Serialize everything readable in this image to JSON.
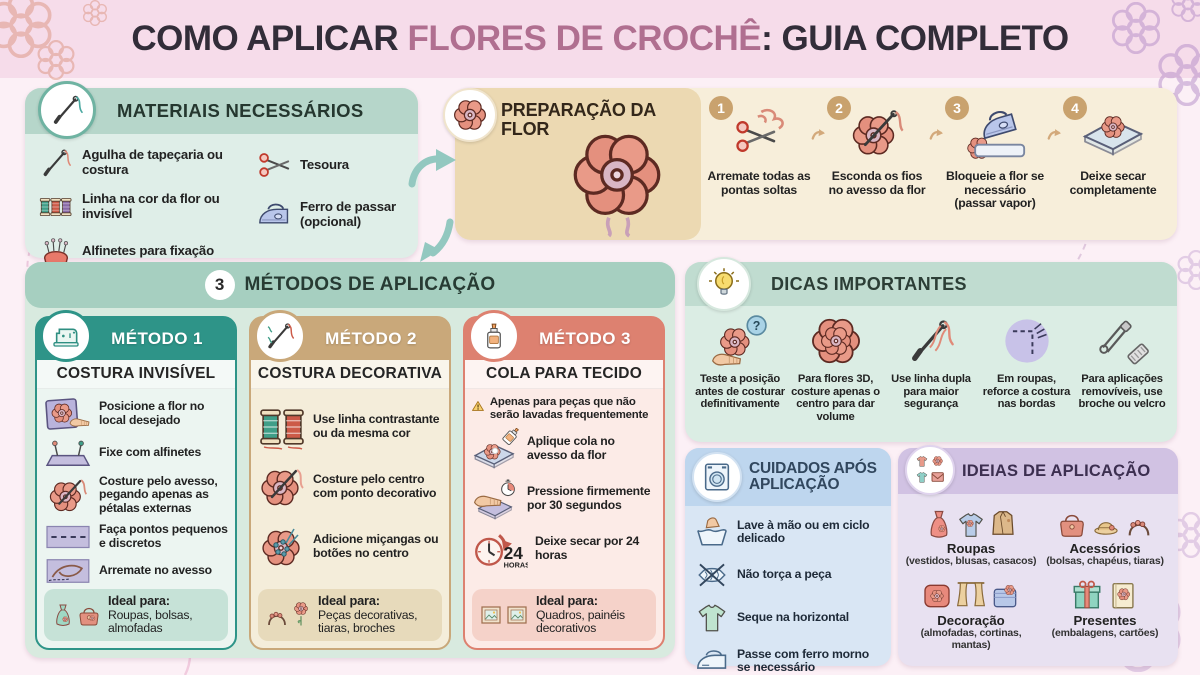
{
  "palette": {
    "page_pink": "#f6dcea",
    "title_highlight": "#b06f90",
    "teal": "#2e9488",
    "tan": "#c9a87a",
    "salmon": "#dd8170",
    "care_blue": "#bed6ee",
    "ideas_purple": "#d1c2e3",
    "band_green": "#a6cfc0"
  },
  "title": {
    "part1": "COMO APLICAR ",
    "highlight": "FLORES DE CROCHÊ",
    "part2": ": GUIA COMPLETO"
  },
  "materials": {
    "title": "MATERIAIS NECESSÁRIOS",
    "items": [
      {
        "icon": "tapestry-needle-icon",
        "label": "Agulha de tapeçaria ou costura"
      },
      {
        "icon": "thread-spools-icon",
        "label": "Linha na cor da flor ou invisível"
      },
      {
        "icon": "pincushion-icon",
        "label": "Alfinetes para fixação"
      },
      {
        "icon": "scissors-icon",
        "label": "Tesoura"
      },
      {
        "icon": "iron-icon",
        "label": "Ferro de passar (opcional)"
      }
    ]
  },
  "preparation": {
    "title": "PREPARAÇÃO DA FLOR",
    "steps": [
      {
        "num": "1",
        "icon": "trim-ends-icon",
        "label": "Arremate todas as pontas soltas"
      },
      {
        "num": "2",
        "icon": "hide-threads-icon",
        "label": "Esconda os fios no avesso da flor"
      },
      {
        "num": "3",
        "icon": "steam-block-icon",
        "label": "Bloqueie a flor se necessário (passar vapor)"
      },
      {
        "num": "4",
        "icon": "dry-flat-icon",
        "label": "Deixe secar completamente"
      }
    ]
  },
  "methods": {
    "count": "3",
    "title": "MÉTODOS DE APLICAÇÃO",
    "cards": [
      {
        "title": "MÉTODO 1",
        "subtitle": "COSTURA INVISÍVEL",
        "icon": "sewing-machine-icon",
        "steps": [
          {
            "icon": "position-flower-icon",
            "label": "Posicione a flor no local desejado"
          },
          {
            "icon": "pins-icon",
            "label": "Fixe com alfinetes"
          },
          {
            "icon": "sew-back-icon",
            "label": "Costure pelo avesso, pegando apenas as pétalas externas"
          },
          {
            "icon": "small-stitches-icon",
            "label": "Faça pontos pequenos e discretos"
          },
          {
            "icon": "finish-back-icon",
            "label": "Arremate no avesso"
          }
        ],
        "ideal": {
          "label": "Ideal para:",
          "text": "Roupas, bolsas, almofadas"
        }
      },
      {
        "title": "MÉTODO 2",
        "subtitle": "COSTURA DECORATIVA",
        "icon": "needle-thread-icon",
        "steps": [
          {
            "icon": "contrast-thread-icon",
            "label": "Use linha contrastante ou da mesma cor"
          },
          {
            "icon": "center-stitch-icon",
            "label": "Costure pelo centro com ponto decorativo"
          },
          {
            "icon": "beads-icon",
            "label": "Adicione miçangas ou botões no centro"
          }
        ],
        "ideal": {
          "label": "Ideal para:",
          "text": "Peças decorativas, tiaras, broches"
        }
      },
      {
        "title": "MÉTODO 3",
        "subtitle": "COLA PARA TECIDO",
        "icon": "glue-bottle-icon",
        "warning": "Apenas para peças que não serão lavadas frequentemente",
        "steps": [
          {
            "icon": "apply-glue-icon",
            "label": "Aplique cola no avesso da flor"
          },
          {
            "icon": "press-timer-icon",
            "label": "Pressione firmemente por 30 segundos"
          },
          {
            "icon": "dry-24h-icon",
            "label": "Deixe secar por 24 horas"
          }
        ],
        "clock": {
          "value": "24",
          "unit": "HORAS"
        },
        "ideal": {
          "label": "Ideal para:",
          "text": "Quadros, painéis decorativos"
        }
      }
    ]
  },
  "tips": {
    "title": "DICAS IMPORTANTES",
    "qmark": "?",
    "items": [
      {
        "icon": "test-position-icon",
        "label": "Teste a posição antes de costurar definitivamente"
      },
      {
        "icon": "flower-3d-icon",
        "label": "Para flores 3D, costure apenas o centro para dar volume"
      },
      {
        "icon": "double-thread-icon",
        "label": "Use linha dupla para maior segurança"
      },
      {
        "icon": "edge-reinforce-icon",
        "label": "Em roupas, reforce a costura nas bordas"
      },
      {
        "icon": "removable-pin-icon",
        "label": "Para aplicações removíveis, use broche ou velcro"
      }
    ]
  },
  "care": {
    "title": "CUIDADOS APÓS APLICAÇÃO",
    "items": [
      {
        "icon": "hand-wash-icon",
        "label": "Lave à mão ou em ciclo delicado"
      },
      {
        "icon": "no-wring-icon",
        "label": "Não torça a peça"
      },
      {
        "icon": "dry-flat-shirt-icon",
        "label": "Seque na horizontal"
      },
      {
        "icon": "warm-iron-icon",
        "label": "Passe com ferro morno se necessário"
      }
    ]
  },
  "ideas": {
    "title": "IDEIAS DE APLICAÇÃO",
    "items": [
      {
        "icons": [
          "dress-icon",
          "blouse-icon",
          "coat-icon"
        ],
        "name": "Roupas",
        "detail": "(vestidos, blusas, casacos)"
      },
      {
        "icons": [
          "bag-icon",
          "hat-icon",
          "headband-icon"
        ],
        "name": "Acessórios",
        "detail": "(bolsas, chapéus, tiaras)"
      },
      {
        "icons": [
          "pillow-icon",
          "curtain-icon",
          "blanket-icon"
        ],
        "name": "Decoração",
        "detail": "(almofadas, cortinas, mantas)"
      },
      {
        "icons": [
          "gift-icon",
          "card-icon"
        ],
        "name": "Presentes",
        "detail": "(embalagens, cartões)"
      }
    ]
  }
}
